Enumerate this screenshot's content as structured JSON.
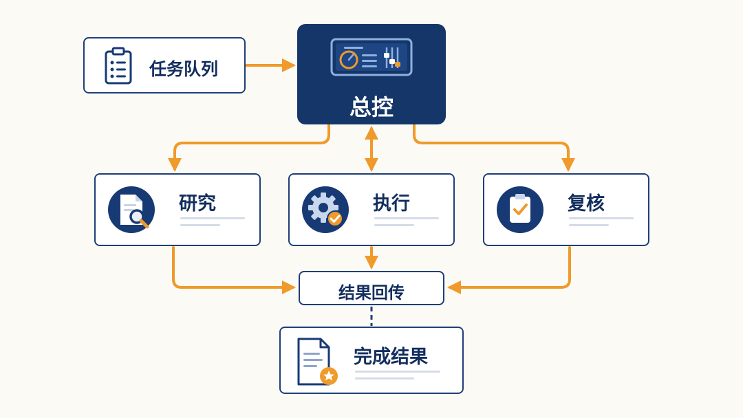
{
  "colors": {
    "navy": "#143668",
    "orange": "#ef9a2a",
    "line_gray": "#d4dbe8",
    "background": "#fcfaf5"
  },
  "nodes": {
    "queue": {
      "label": "任务队列",
      "icon": "clipboard-list-icon"
    },
    "master": {
      "label": "总控",
      "icon": "control-panel-icon"
    },
    "research": {
      "label": "研究",
      "icon": "document-search-icon"
    },
    "execute": {
      "label": "执行",
      "icon": "gear-check-icon"
    },
    "review": {
      "label": "复核",
      "icon": "clipboard-check-icon"
    },
    "return": {
      "label": "结果回传"
    },
    "final": {
      "label": "完成结果",
      "icon": "document-star-icon"
    }
  }
}
